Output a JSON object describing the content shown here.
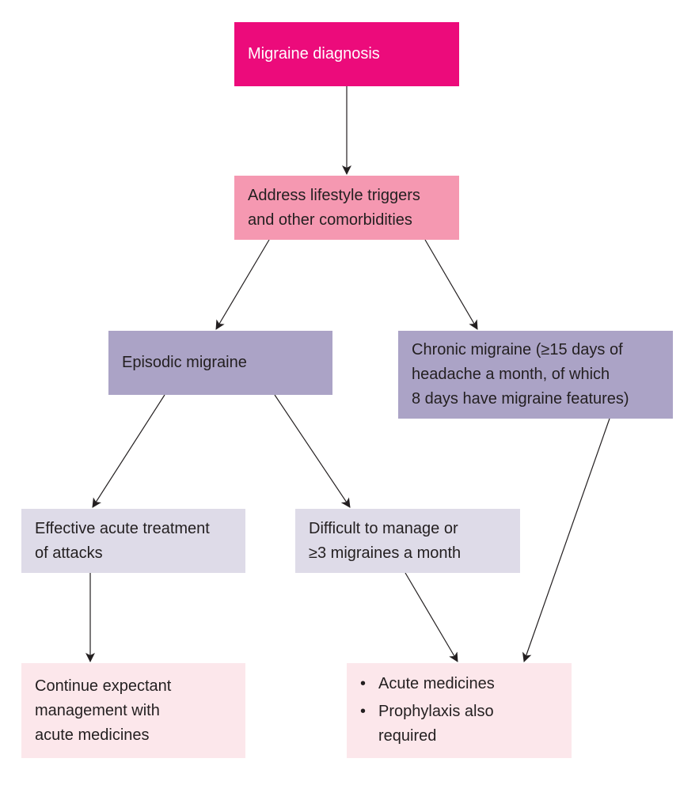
{
  "nodes": {
    "migraine_diagnosis": "Migraine diagnosis",
    "lifestyle": "Address lifestyle triggers\nand other comorbidities",
    "episodic": "Episodic migraine",
    "chronic": "Chronic migraine (≥15 days of\nheadache a month, of which\n8 days have migraine features)",
    "effective": "Effective acute treatment\nof attacks",
    "difficult": "Difficult to manage or\n≥3 migraines a month",
    "continue": "Continue expectant\nmanagement with\nacute medicines",
    "acute_list": [
      "Acute medicines",
      "Prophylaxis also\nrequired"
    ]
  },
  "bullet_glyph": "•",
  "colors": {
    "diagnosis": "#ec0b7b",
    "lifestyle": "#f598b1",
    "migraine_type": "#aba3c6",
    "treatment_path": "#dedbe8",
    "management": "#fce7eb",
    "arrow": "#231f20"
  }
}
